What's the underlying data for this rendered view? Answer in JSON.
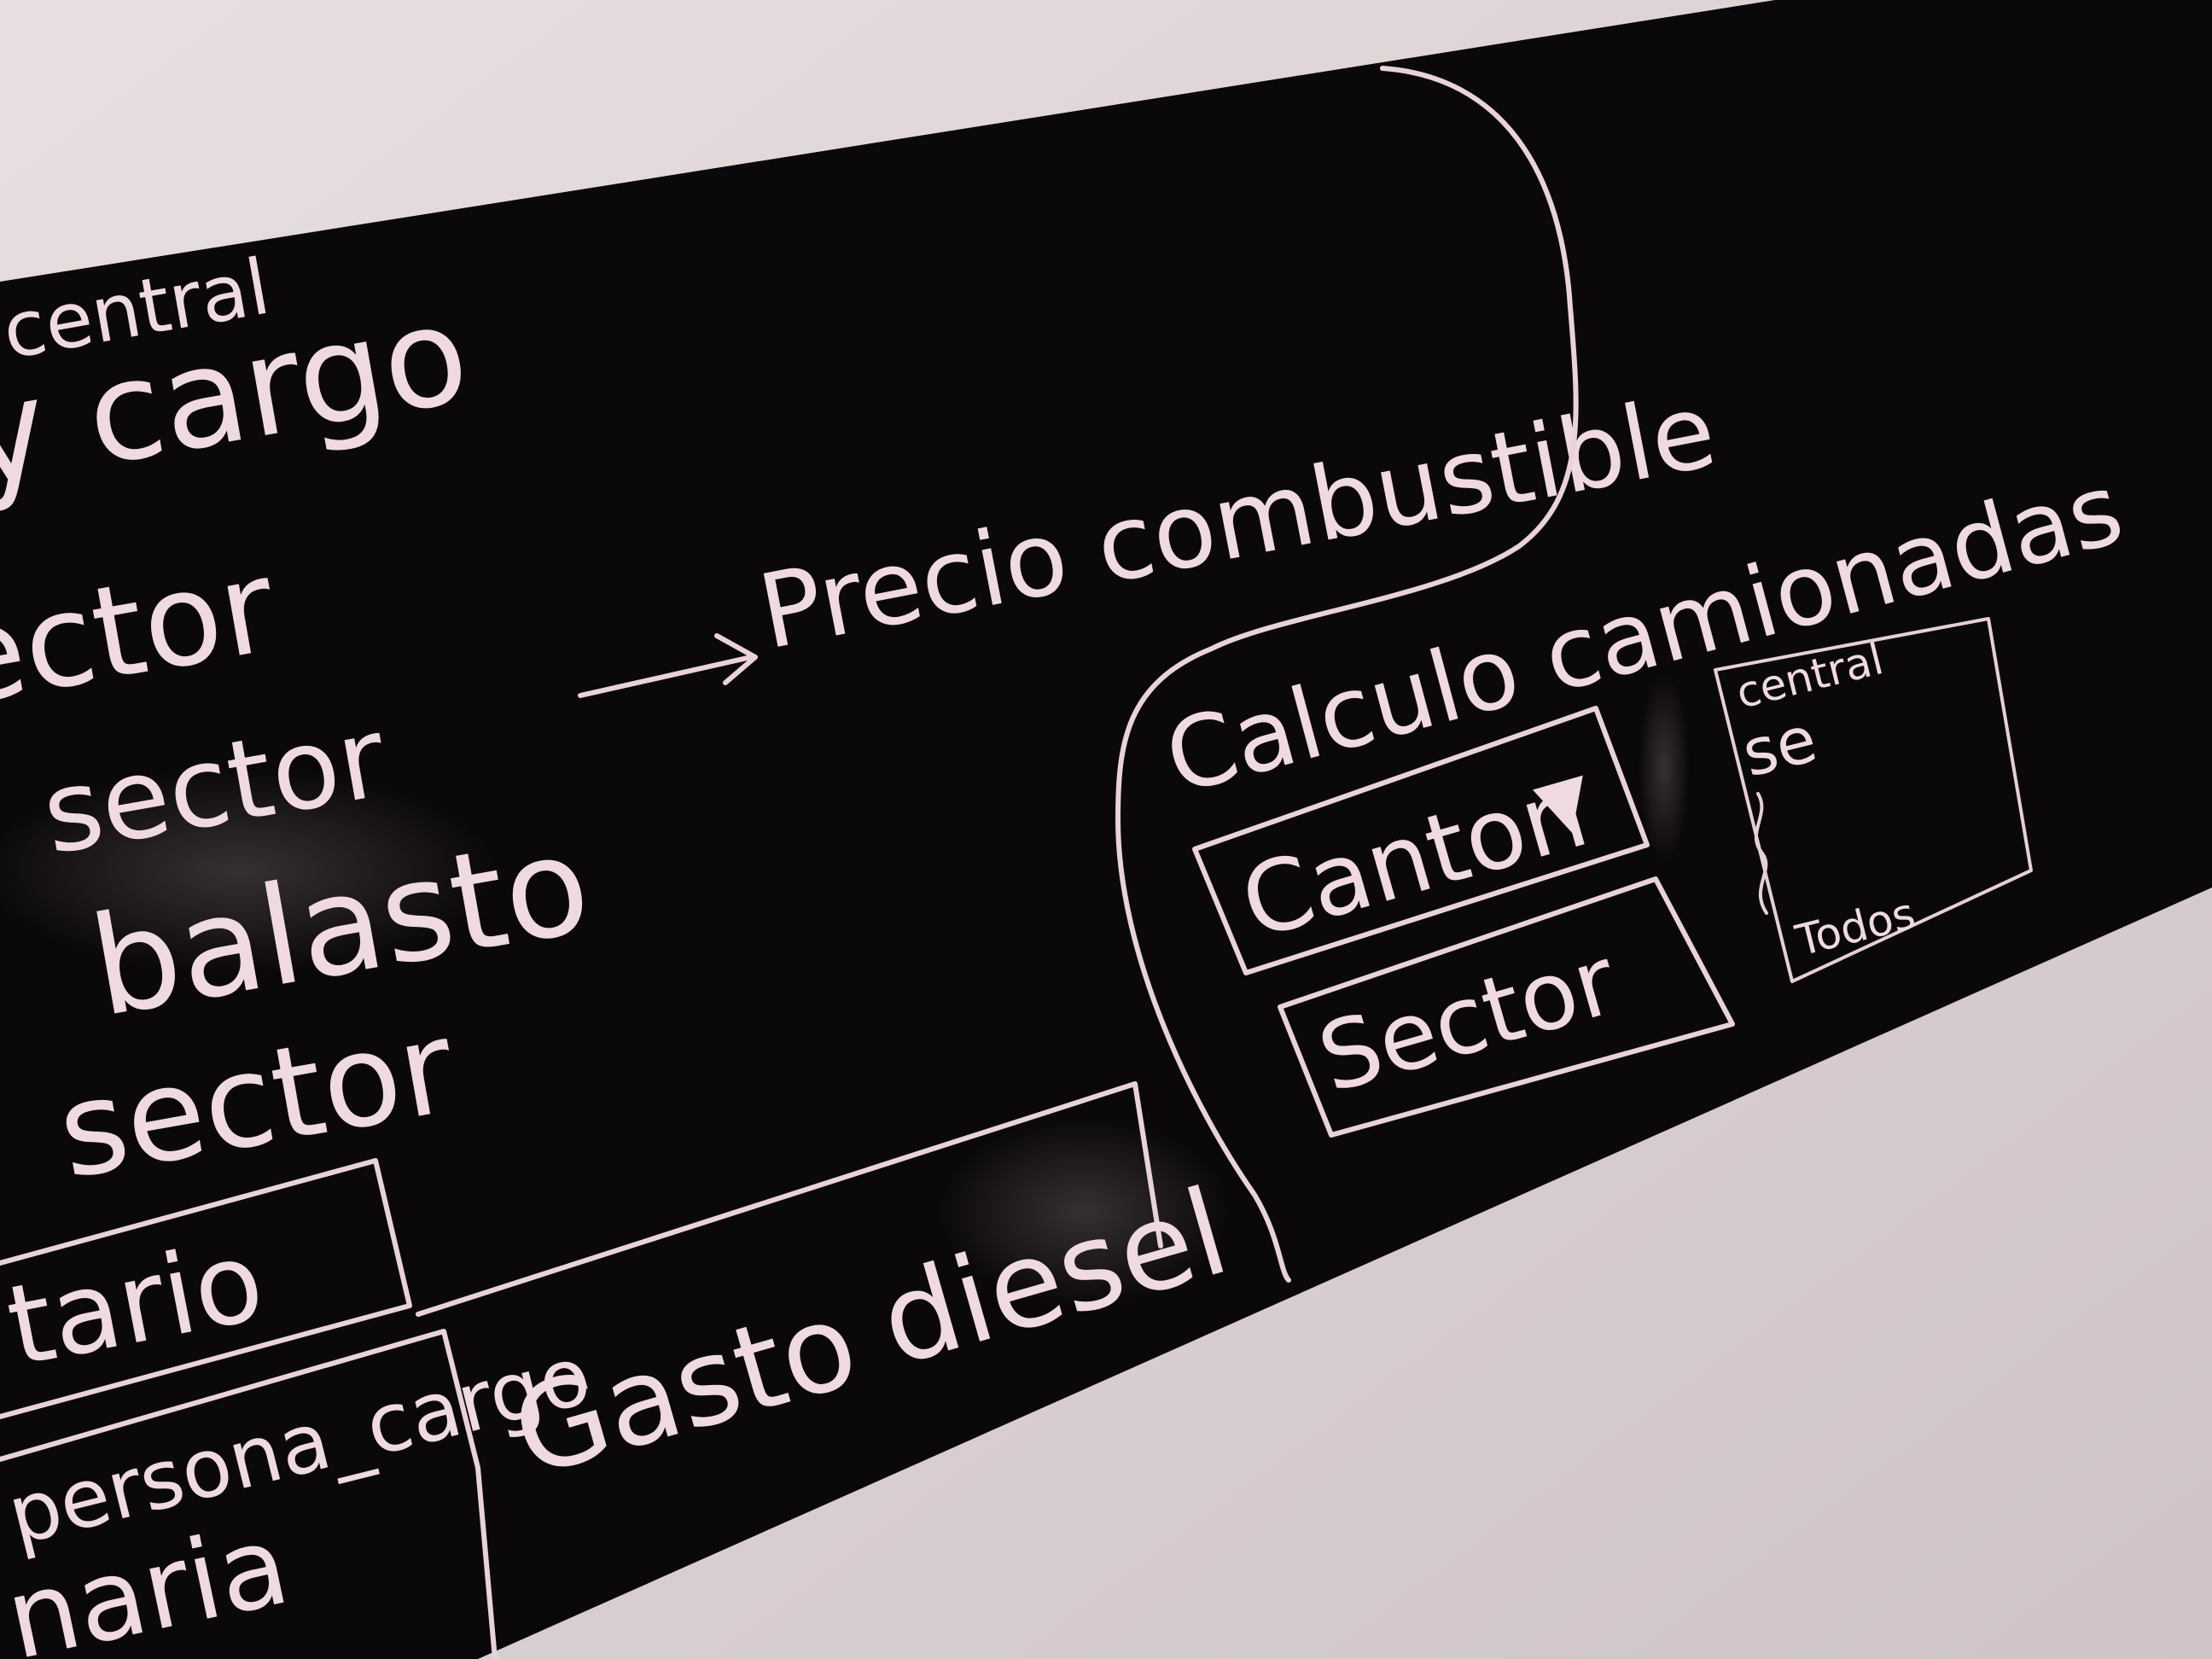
{
  "colors": {
    "wall": "#d8cdd0",
    "board": "#0b080b",
    "chalk": "#efd9e3"
  },
  "board_text": {
    "central": "central",
    "cargo": "y cargo",
    "sector_a": "sector",
    "sector_b": "sector",
    "balasto": "balasto",
    "sector_c": "sector",
    "arrow": "→",
    "precio": "Precio combustible",
    "tario": "tario",
    "persona_cargo": "persona_cargo",
    "naria": "naria",
    "gasto": "Gasto",
    "diesel": "diesel"
  },
  "form_sketch": {
    "title": "Calculo camionadas",
    "canton_field": "Canton",
    "canton_arrow": "▼",
    "sector_field": "Sector",
    "options": [
      "central",
      "se",
      "Todos"
    ]
  }
}
